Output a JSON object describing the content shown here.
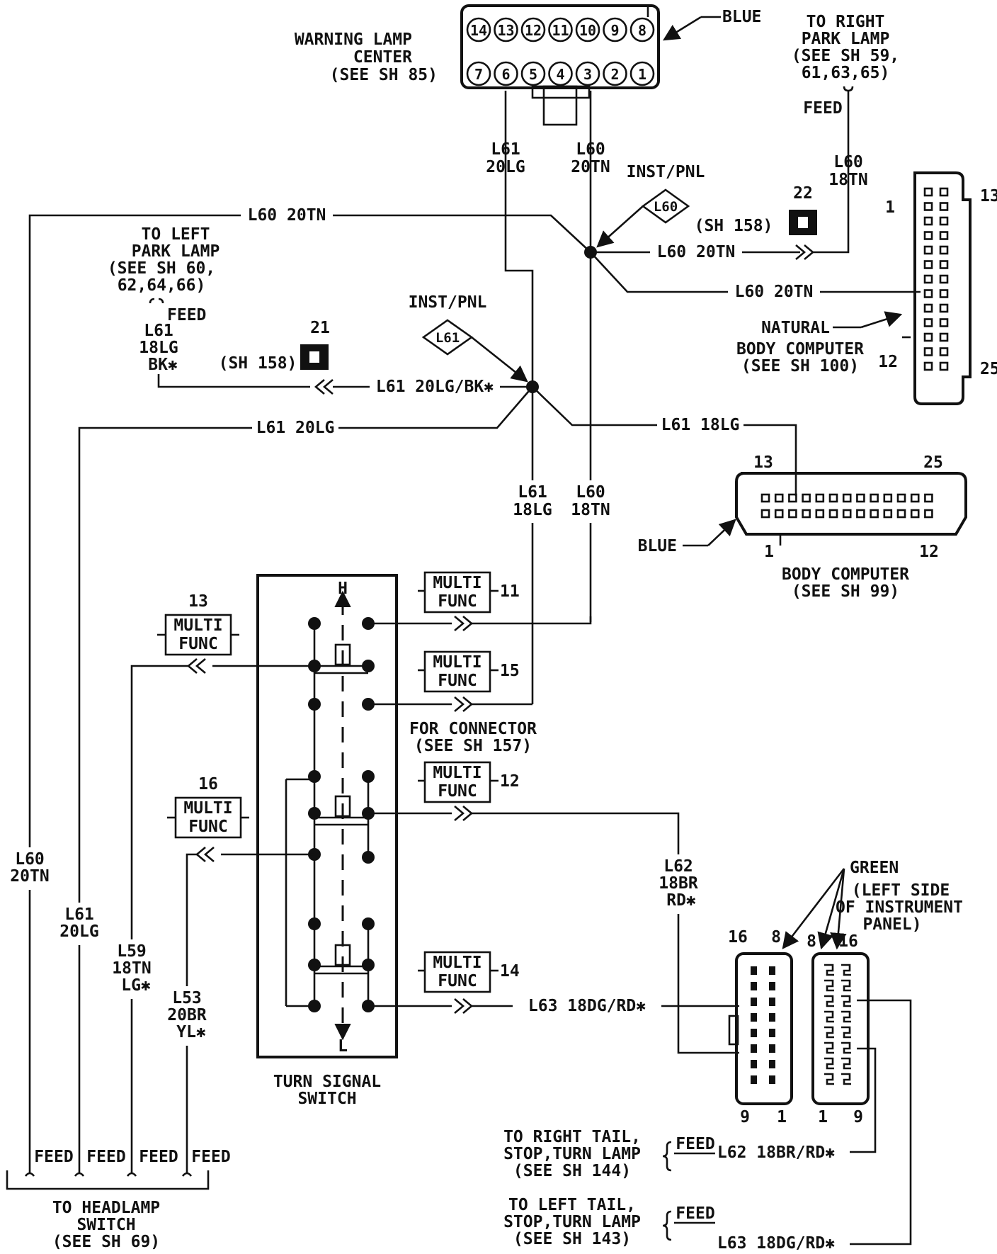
{
  "warning_lamp": {
    "title": [
      "WARNING LAMP",
      "CENTER",
      "(SEE SH 85)"
    ],
    "color": "BLUE",
    "pins_top": [
      "14",
      "13",
      "12",
      "11",
      "10",
      "9",
      "8"
    ],
    "pins_bottom": [
      "7",
      "6",
      "5",
      "4",
      "3",
      "2",
      "1"
    ]
  },
  "right_park": {
    "lines": [
      "TO RIGHT",
      "PARK LAMP",
      "(SEE SH 59,",
      "61,63,65)"
    ],
    "feed": "FEED"
  },
  "left_park": {
    "lines": [
      "TO LEFT",
      "PARK LAMP",
      "(SEE SH 60,",
      "62,64,66)"
    ],
    "feed": "FEED"
  },
  "splices": {
    "l60": {
      "title": "INST/PNL",
      "label": "L60"
    },
    "l61": {
      "title": "INST/PNL",
      "label": "L61"
    }
  },
  "connectors": {
    "c22": {
      "num": "22",
      "ref": "(SH 158)"
    },
    "c21": {
      "num": "21",
      "ref": "(SH 158)"
    }
  },
  "wire_labels": {
    "l61_20lg_top": [
      "L61",
      "20LG"
    ],
    "l60_20tn_top": [
      "L60",
      "20TN"
    ],
    "l60_20tn_left": "L60 20TN",
    "l60_20tn_to22": "L60 20TN",
    "l60_20tn_tonat": "L60 20TN",
    "l60_18tn_feed": [
      "L60",
      "18TN"
    ],
    "l61_18lg_bk": [
      "L61",
      "18LG",
      "BK✱"
    ],
    "l61_20lgbk": "L61 20LG/BK✱",
    "l61_20lg_mid": "L61 20LG",
    "l61_18lg_body": "L61 18LG",
    "l61_18lg_down": [
      "L61",
      "18LG"
    ],
    "l60_18tn_down": [
      "L60",
      "18TN"
    ],
    "l62": [
      "L62",
      "18BR",
      "RD✱"
    ],
    "l63": "L63 18DG/RD✱",
    "left_l60": [
      "L60",
      "20TN"
    ],
    "left_l61": [
      "L61",
      "20LG"
    ],
    "left_l59": [
      "L59",
      "18TN",
      "LG✱"
    ],
    "left_l53": [
      "L53",
      "20BR",
      "YL✱"
    ]
  },
  "natural_bc": {
    "lines": [
      "NATURAL",
      "BODY COMPUTER",
      "(SEE SH 100)"
    ],
    "pins": {
      "p1": "1",
      "p13": "13",
      "p12": "12",
      "p25": "25"
    }
  },
  "blue_bc": {
    "lines": [
      "BODY COMPUTER",
      "(SEE SH 99)"
    ],
    "color": "BLUE",
    "pins": {
      "p13": "13",
      "p25": "25",
      "p1": "1",
      "p12": "12"
    }
  },
  "multifunc": {
    "label1": "MULTI",
    "label2": "FUNC",
    "pins": {
      "p11": "11",
      "p15": "15",
      "p12": "12",
      "p14": "14",
      "p13": "13",
      "p16": "16"
    }
  },
  "turn_signal": {
    "lines": [
      "TURN SIGNAL",
      "SWITCH"
    ],
    "h": "H",
    "l": "L"
  },
  "for_connector": [
    "FOR CONNECTOR",
    "(SEE SH 157)"
  ],
  "green_conn": {
    "color": "GREEN",
    "note": [
      "(LEFT SIDE",
      "OF INSTRUMENT",
      "PANEL)"
    ],
    "pins_a": {
      "p16": "16",
      "p8": "8",
      "p9": "9",
      "p1": "1"
    },
    "pins_b": {
      "p8": "8",
      "p16": "16",
      "p1": "1",
      "p9": "9"
    }
  },
  "right_tail": {
    "lines": [
      "TO RIGHT TAIL,",
      "STOP,TURN LAMP",
      "(SEE SH 144)"
    ],
    "feed": "FEED",
    "wire": "L62 18BR/RD✱"
  },
  "left_tail": {
    "lines": [
      "TO LEFT TAIL,",
      "STOP,TURN LAMP",
      "(SEE SH 143)"
    ],
    "feed": "FEED",
    "wire": "L63 18DG/RD✱"
  },
  "headlamp": {
    "lines": [
      "TO HEADLAMP",
      "SWITCH",
      "(SEE SH 69)"
    ],
    "feeds": [
      "FEED",
      "FEED",
      "FEED",
      "FEED"
    ]
  }
}
